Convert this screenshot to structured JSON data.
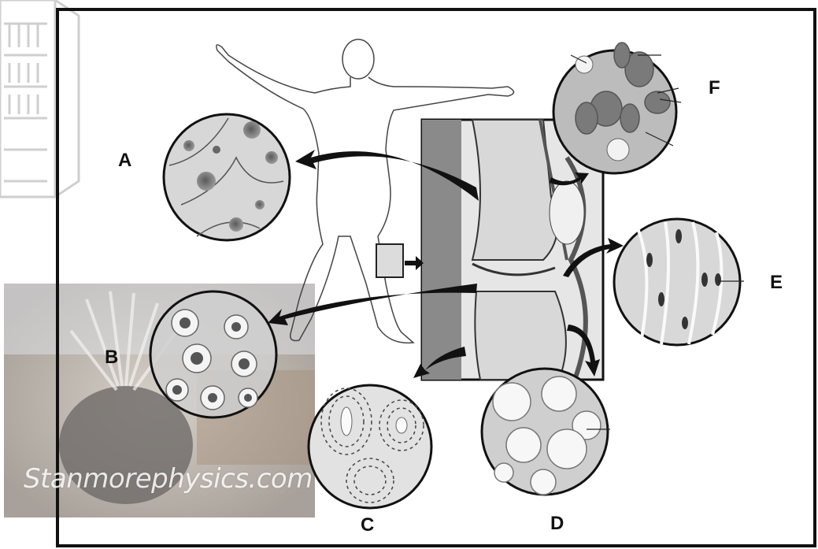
{
  "labels": {
    "a": "A",
    "b": "B",
    "c": "C",
    "d": "D",
    "e": "E",
    "f": "F"
  },
  "watermark": {
    "text": "Stanmorephysics.com"
  },
  "icons": {
    "logo": "building-logo-icon",
    "figure": "human-figure-icon",
    "joint": "knee-joint-cross-section",
    "magnified_tissue": "tissue-micrograph-circle"
  },
  "colors": {
    "frame": "#111111",
    "outline": "#222222",
    "tissue_fill": "#d9d9d9",
    "photo_tint": "#b8a898"
  }
}
